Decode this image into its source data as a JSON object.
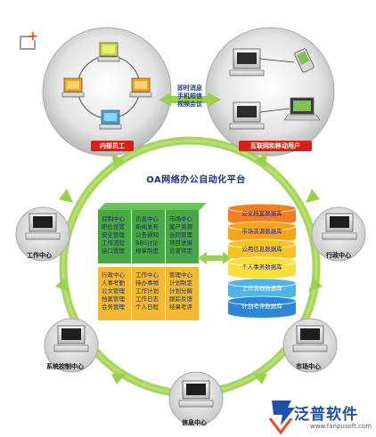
{
  "diagram": {
    "title": "OA网络办公自动化平台",
    "top_left_group": {
      "badge": "内部员工"
    },
    "top_right_group": {
      "badge": "互联网和移动用户"
    },
    "link_label_lines": [
      "即时消息",
      "手机短信",
      "视频会议"
    ],
    "modules": [
      {
        "lines": [
          "控制中心",
          "职位设置",
          "安全管理",
          "工作流程",
          "接口管理"
        ],
        "color": "#3aa035"
      },
      {
        "lines": [
          "信息中心",
          "新闻发布",
          "公告通知",
          "BBS讨论",
          "规章制度"
        ],
        "color": "#3aa035"
      },
      {
        "lines": [
          "市场中心",
          "客户资源",
          "合同管理",
          "项目进展",
          "信誉评定"
        ],
        "color": "#3aa035"
      },
      {
        "lines": [
          "行政中心",
          "人事考勤",
          "公文管理",
          "档案管理",
          "会务管理"
        ],
        "color": "#f2b321"
      },
      {
        "lines": [
          "工作中心",
          "待办事物",
          "工作计划",
          "工作日志",
          "个人日程"
        ],
        "color": "#f2b321"
      },
      {
        "lines": [
          "管理中心",
          "计划制定",
          "计划分解",
          "跟踪反馈",
          "结果考评"
        ],
        "color": "#f2b321"
      }
    ],
    "databases": [
      {
        "label": "公文档案数据库",
        "color": "#f47e1f"
      },
      {
        "label": "市场资源数据库",
        "color": "#f5a51c"
      },
      {
        "label": "公用信息数据库",
        "color": "#f6c326"
      },
      {
        "label": "个人事务数据库",
        "color": "#f8df3c"
      },
      {
        "label": "工作流程数据库",
        "color": "#4fb4e8"
      },
      {
        "label": "计划考评数据库",
        "color": "#2f86d6"
      }
    ],
    "nodes": [
      {
        "label": "工作中心"
      },
      {
        "label": "行政中心"
      },
      {
        "label": "系统控制中心"
      },
      {
        "label": "市场中心"
      },
      {
        "label": "信息中心"
      }
    ],
    "arrow_color": "#8dc63f",
    "brand": {
      "name": "泛普软件",
      "url": "www.fanpusoft.com",
      "color": "#1f4fa8"
    }
  }
}
